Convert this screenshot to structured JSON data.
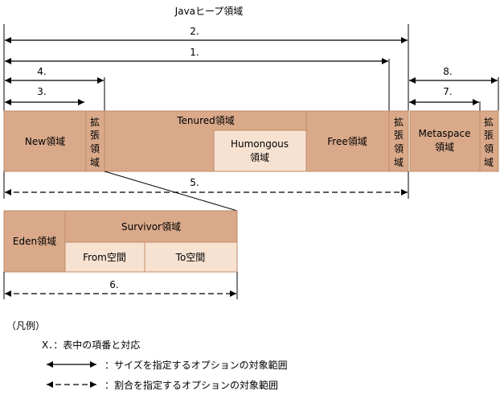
{
  "title": "Javaヒープ領域",
  "arrows": {
    "a2": "2.",
    "a1": "1.",
    "a4": "4.",
    "a3": "3.",
    "a8": "8.",
    "a7": "7.",
    "a5": "5.",
    "a6": "6."
  },
  "boxes": {
    "new": "New領域",
    "expand_char1": "拡",
    "expand_char2": "張",
    "expand_char3": "領",
    "expand_char4": "域",
    "tenured": "Tenured領域",
    "humongous_line1": "Humongous",
    "humongous_line2": "領域",
    "free": "Free領域",
    "metaspace_line1": "Metaspace",
    "metaspace_line2": "領域",
    "eden": "Eden領域",
    "survivor": "Survivor領域",
    "from": "From空間",
    "to": "To空間"
  },
  "legend": {
    "heading": "（凡例）",
    "item_x": "X．：表中の項番と対応",
    "item_size": "：サイズを指定するオプションの対象範囲",
    "item_ratio": "：割合を指定するオプションの対象範囲"
  },
  "colors": {
    "dark": "#D9A98A",
    "light": "#F7E2D2",
    "border": "#C08A66"
  }
}
